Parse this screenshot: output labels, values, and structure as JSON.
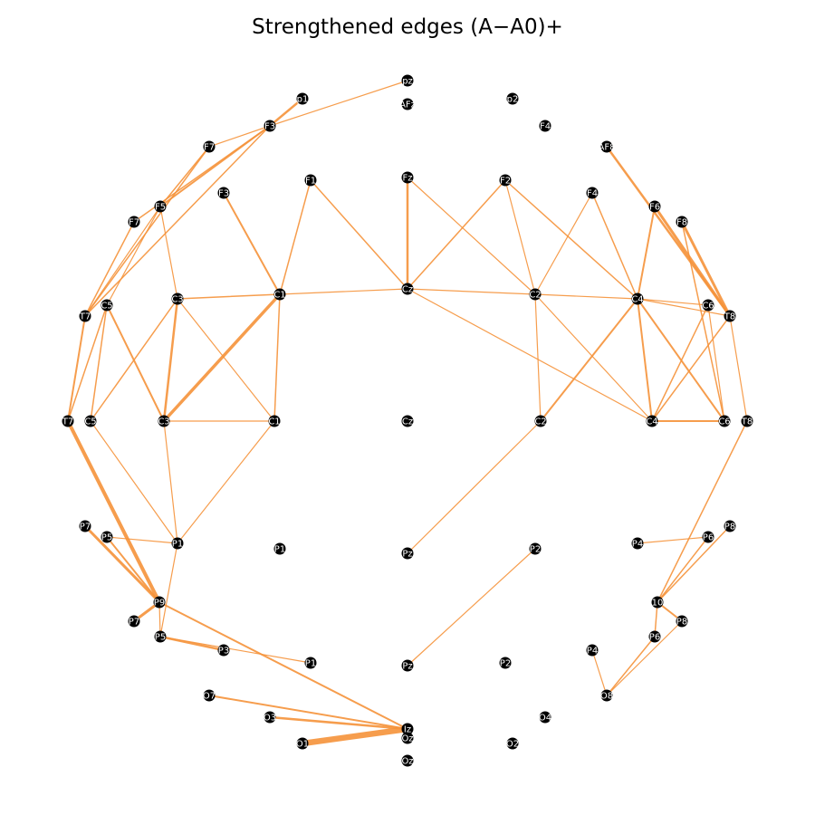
{
  "figure": {
    "title": "Strengthened edges (A−A0)+"
  },
  "colors": {
    "edge": "#f5923a",
    "node": "#000000",
    "label": "#ffffff",
    "background": "#ffffff"
  },
  "nodes": [
    {
      "id": "Fp1",
      "label": "p1"
    },
    {
      "id": "Fpz",
      "label": "pz"
    },
    {
      "id": "Fp2",
      "label": "p2"
    },
    {
      "id": "AFz",
      "label": "AFz"
    },
    {
      "id": "AF3",
      "label": "F3"
    },
    {
      "id": "AF4",
      "label": "F4"
    },
    {
      "id": "AF7",
      "label": "F7"
    },
    {
      "id": "AF8",
      "label": "AF8"
    },
    {
      "id": "F7",
      "label": "F7"
    },
    {
      "id": "F5",
      "label": "F5"
    },
    {
      "id": "F3",
      "label": "F3"
    },
    {
      "id": "F1",
      "label": "F1"
    },
    {
      "id": "Fz",
      "label": "Fz"
    },
    {
      "id": "F2",
      "label": "F2"
    },
    {
      "id": "F4",
      "label": "F4"
    },
    {
      "id": "F6",
      "label": "F6"
    },
    {
      "id": "F8",
      "label": "F8"
    },
    {
      "id": "FT7",
      "label": "T7"
    },
    {
      "id": "FC5",
      "label": "C5"
    },
    {
      "id": "FC3",
      "label": "C3"
    },
    {
      "id": "FC1",
      "label": "C1"
    },
    {
      "id": "FCz",
      "label": "Cz"
    },
    {
      "id": "FC2",
      "label": "C2"
    },
    {
      "id": "FC4",
      "label": "C4"
    },
    {
      "id": "FC6",
      "label": "C6"
    },
    {
      "id": "FT8",
      "label": "T8"
    },
    {
      "id": "T7",
      "label": "T7"
    },
    {
      "id": "C5",
      "label": "C5"
    },
    {
      "id": "C3",
      "label": "C3"
    },
    {
      "id": "C1",
      "label": "C1"
    },
    {
      "id": "Cz",
      "label": "Cz"
    },
    {
      "id": "C2",
      "label": "C2"
    },
    {
      "id": "C4",
      "label": "C4"
    },
    {
      "id": "C6",
      "label": "C6"
    },
    {
      "id": "T8",
      "label": "T8"
    },
    {
      "id": "TP7",
      "label": "P7"
    },
    {
      "id": "CP5",
      "label": "P5"
    },
    {
      "id": "CP3",
      "label": "P3"
    },
    {
      "id": "CP1",
      "label": "P1"
    },
    {
      "id": "CPz",
      "label": "Pz"
    },
    {
      "id": "CP2",
      "label": "P2"
    },
    {
      "id": "CP4",
      "label": "P4"
    },
    {
      "id": "CP6",
      "label": "P6"
    },
    {
      "id": "TP8",
      "label": "P8"
    },
    {
      "id": "P9",
      "label": "P9"
    },
    {
      "id": "P7",
      "label": "P7"
    },
    {
      "id": "P5",
      "label": "P5"
    },
    {
      "id": "P3",
      "label": "P3"
    },
    {
      "id": "P1",
      "label": "P1"
    },
    {
      "id": "Pz",
      "label": "Pz"
    },
    {
      "id": "P2",
      "label": "P2"
    },
    {
      "id": "P4",
      "label": "P4"
    },
    {
      "id": "P6",
      "label": "P6"
    },
    {
      "id": "P8",
      "label": "P8"
    },
    {
      "id": "P10",
      "label": "10"
    },
    {
      "id": "PO7",
      "label": "O7"
    },
    {
      "id": "PO3",
      "label": "O3"
    },
    {
      "id": "PO4",
      "label": "O4"
    },
    {
      "id": "PO8",
      "label": "O8"
    },
    {
      "id": "O1",
      "label": "O1"
    },
    {
      "id": "Oz",
      "label": "Oz"
    },
    {
      "id": "O2",
      "label": "O2"
    },
    {
      "id": "Iz",
      "label": "Iz"
    },
    {
      "id": "Oz2",
      "label": "Oz"
    }
  ],
  "edges": [
    {
      "from": "Fpz",
      "to": "AF3",
      "w": 1.2
    },
    {
      "from": "Fp1",
      "to": "AF3",
      "w": 2.5
    },
    {
      "from": "AF3",
      "to": "AF7",
      "w": 1.2
    },
    {
      "from": "AF3",
      "to": "F5",
      "w": 2.0
    },
    {
      "from": "AF3",
      "to": "F7",
      "w": 1.5
    },
    {
      "from": "AF7",
      "to": "F5",
      "w": 1.5
    },
    {
      "from": "AF7",
      "to": "FT7",
      "w": 1.5
    },
    {
      "from": "AF3",
      "to": "FT7",
      "w": 1.5
    },
    {
      "from": "F7",
      "to": "FT7",
      "w": 1.5
    },
    {
      "from": "F5",
      "to": "FT7",
      "w": 1.2
    },
    {
      "from": "F5",
      "to": "FC5",
      "w": 1.2
    },
    {
      "from": "F5",
      "to": "FC3",
      "w": 1.2
    },
    {
      "from": "FT7",
      "to": "T7",
      "w": 2.0
    },
    {
      "from": "FC5",
      "to": "T7",
      "w": 1.5
    },
    {
      "from": "FC5",
      "to": "C5",
      "w": 1.5
    },
    {
      "from": "FC5",
      "to": "C3",
      "w": 2.0
    },
    {
      "from": "FC3",
      "to": "C5",
      "w": 1.5
    },
    {
      "from": "FC3",
      "to": "FC1",
      "w": 1.5
    },
    {
      "from": "FC3",
      "to": "C3",
      "w": 2.5
    },
    {
      "from": "FC3",
      "to": "C1",
      "w": 1.2
    },
    {
      "from": "F3",
      "to": "FC1",
      "w": 2.0
    },
    {
      "from": "F1",
      "to": "FC1",
      "w": 1.5
    },
    {
      "from": "FC1",
      "to": "C3",
      "w": 3.5
    },
    {
      "from": "FC1",
      "to": "C1",
      "w": 1.5
    },
    {
      "from": "F1",
      "to": "FCz",
      "w": 1.5
    },
    {
      "from": "FC1",
      "to": "FCz",
      "w": 1.2
    },
    {
      "from": "Fz",
      "to": "FCz",
      "w": 2.5
    },
    {
      "from": "F2",
      "to": "FCz",
      "w": 1.5
    },
    {
      "from": "FCz",
      "to": "FC2",
      "w": 1.2
    },
    {
      "from": "FCz",
      "to": "C4",
      "w": 1.2
    },
    {
      "from": "Fz",
      "to": "FC2",
      "w": 1.2
    },
    {
      "from": "F2",
      "to": "FC2",
      "w": 1.2
    },
    {
      "from": "F2",
      "to": "FC4",
      "w": 1.5
    },
    {
      "from": "F4",
      "to": "FC2",
      "w": 1.2
    },
    {
      "from": "F4",
      "to": "FC4",
      "w": 1.5
    },
    {
      "from": "FC2",
      "to": "FC4",
      "w": 1.2
    },
    {
      "from": "FC2",
      "to": "C2",
      "w": 1.2
    },
    {
      "from": "FC2",
      "to": "C4",
      "w": 1.2
    },
    {
      "from": "FC4",
      "to": "C2",
      "w": 2.0
    },
    {
      "from": "F6",
      "to": "FC4",
      "w": 2.0
    },
    {
      "from": "AF8",
      "to": "FT8",
      "w": 2.5
    },
    {
      "from": "F6",
      "to": "FT8",
      "w": 3.0
    },
    {
      "from": "F8",
      "to": "FT8",
      "w": 3.0
    },
    {
      "from": "F8",
      "to": "C6",
      "w": 1.5
    },
    {
      "from": "FC4",
      "to": "FC6",
      "w": 1.2
    },
    {
      "from": "FC4",
      "to": "FT8",
      "w": 1.2
    },
    {
      "from": "FC4",
      "to": "C4",
      "w": 2.0
    },
    {
      "from": "FC4",
      "to": "C6",
      "w": 2.0
    },
    {
      "from": "FC6",
      "to": "C4",
      "w": 1.5
    },
    {
      "from": "FC6",
      "to": "C6",
      "w": 1.2
    },
    {
      "from": "FT8",
      "to": "C4",
      "w": 1.5
    },
    {
      "from": "FT8",
      "to": "T8",
      "w": 1.2
    },
    {
      "from": "C4",
      "to": "C6",
      "w": 2.0
    },
    {
      "from": "T7",
      "to": "P9",
      "w": 4.0
    },
    {
      "from": "C5",
      "to": "CP1",
      "w": 1.2
    },
    {
      "from": "C3",
      "to": "CP1",
      "w": 1.2
    },
    {
      "from": "C3",
      "to": "C1",
      "w": 1.2
    },
    {
      "from": "C1",
      "to": "CP1",
      "w": 1.2
    },
    {
      "from": "CP1",
      "to": "P5",
      "w": 1.2
    },
    {
      "from": "TP7",
      "to": "P9",
      "w": 3.0
    },
    {
      "from": "CP5",
      "to": "P9",
      "w": 2.0
    },
    {
      "from": "CP5",
      "to": "CP1",
      "w": 1.2
    },
    {
      "from": "P9",
      "to": "P7",
      "w": 3.0
    },
    {
      "from": "P9",
      "to": "P5",
      "w": 1.2
    },
    {
      "from": "P9",
      "to": "Iz",
      "w": 2.0
    },
    {
      "from": "P5",
      "to": "P3",
      "w": 2.5
    },
    {
      "from": "P5",
      "to": "P1",
      "w": 1.2
    },
    {
      "from": "PO7",
      "to": "Iz",
      "w": 2.0
    },
    {
      "from": "PO3",
      "to": "Iz",
      "w": 2.5
    },
    {
      "from": "O1",
      "to": "Iz",
      "w": 6.5
    },
    {
      "from": "C2",
      "to": "CPz",
      "w": 1.2
    },
    {
      "from": "CP2",
      "to": "Pz",
      "w": 1.2
    },
    {
      "from": "T8",
      "to": "P10",
      "w": 1.5
    },
    {
      "from": "CP4",
      "to": "CP6",
      "w": 1.2
    },
    {
      "from": "CP6",
      "to": "P10",
      "w": 1.5
    },
    {
      "from": "TP8",
      "to": "P10",
      "w": 1.5
    },
    {
      "from": "P10",
      "to": "P8",
      "w": 2.0
    },
    {
      "from": "P10",
      "to": "P6",
      "w": 1.5
    },
    {
      "from": "P6",
      "to": "PO8",
      "w": 1.5
    },
    {
      "from": "P8",
      "to": "PO8",
      "w": 1.2
    },
    {
      "from": "P4",
      "to": "PO8",
      "w": 1.2
    }
  ]
}
